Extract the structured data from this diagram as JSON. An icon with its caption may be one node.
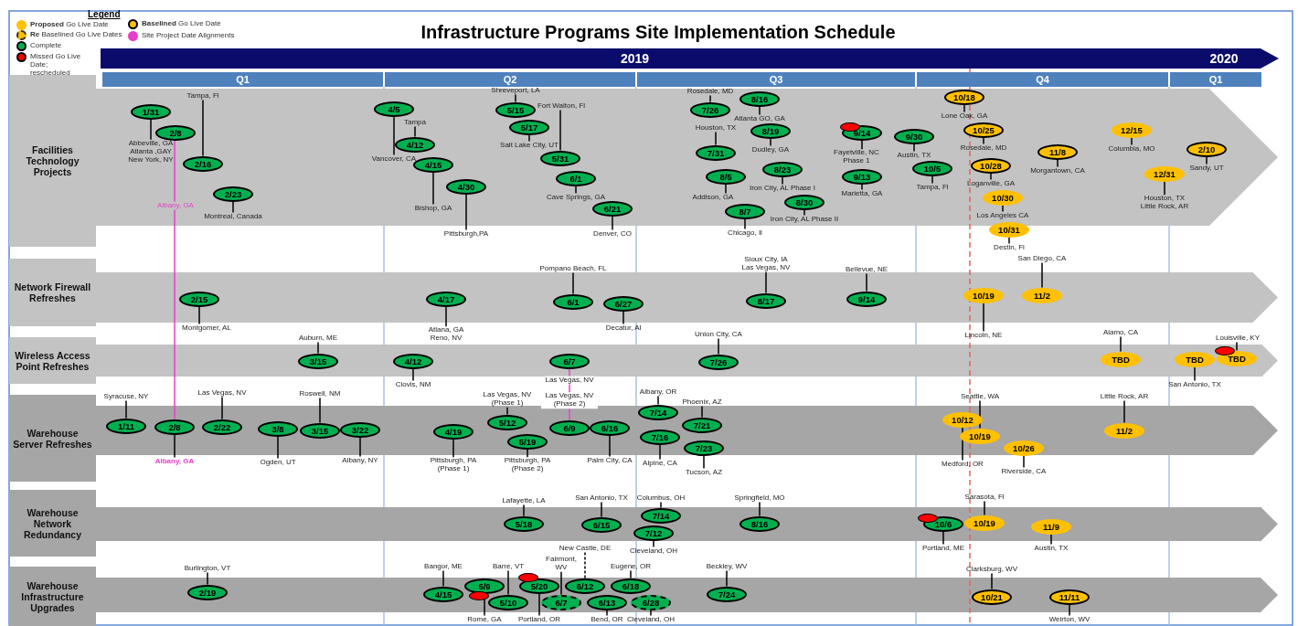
{
  "diagram": {
    "title": "Infrastructure Programs Site Implementation Schedule",
    "nodes": [
      {
        "text": [
          "2019"
        ]
      },
      {
        "text": [
          "2020"
        ]
      },
      {
        "text": [
          "Q1"
        ]
      },
      {
        "text": [
          "Q2"
        ]
      },
      {
        "text": [
          "Q3"
        ]
      },
      {
        "text": [
          "Q4"
        ]
      },
      {
        "text": [
          "Q1"
        ]
      },
      {
        "text": [
          "Facilities Technology Projects"
        ]
      },
      {
        "text": [
          "Network Firewall Refreshes"
        ]
      },
      {
        "text": [
          "Wireless Access Point Refreshes"
        ]
      },
      {
        "text": [
          "Warehouse Server Refreshes"
        ]
      },
      {
        "text": [
          "Warehouse Network Redundancy"
        ]
      },
      {
        "text": [
          "Warehouse Infrastructure Upgrades"
        ]
      },
      {
        "text": [
          "1/31"
        ]
      },
      {
        "text": [
          "Abbeville, GA Atlanta ,GAY New York, NY"
        ]
      },
      {
        "text": [
          "2/8"
        ]
      },
      {
        "text": [
          "2/16"
        ]
      },
      {
        "text": [
          "Tampa, Fl"
        ]
      },
      {
        "text": [
          "2/23"
        ]
      },
      {
        "text": [
          "Montreal, Canada"
        ]
      },
      {
        "text": [
          "4/5"
        ]
      },
      {
        "text": [
          "Vancover, CA"
        ]
      },
      {
        "text": [
          "4/12"
        ]
      },
      {
        "text": [
          "Tampa"
        ]
      },
      {
        "text": [
          "4/15"
        ]
      },
      {
        "text": [
          "Bishop, GA"
        ]
      },
      {
        "text": [
          "4/30"
        ]
      },
      {
        "text": [
          "Pittsburgh,PA"
        ]
      },
      {
        "text": [
          "5/15"
        ]
      },
      {
        "text": [
          "Shreveport, LA"
        ]
      },
      {
        "text": [
          "5/17"
        ]
      },
      {
        "text": [
          "Salt Lake City, UT"
        ]
      },
      {
        "text": [
          "5/31"
        ]
      },
      {
        "text": [
          "Fort Walton, Fl"
        ]
      },
      {
        "text": [
          "6/1"
        ]
      },
      {
        "text": [
          "Cave Springs, GA"
        ]
      },
      {
        "text": [
          "6/21"
        ]
      },
      {
        "text": [
          "Denver, CO"
        ]
      },
      {
        "text": [
          "7/26"
        ]
      },
      {
        "text": [
          "Rosedale, MD"
        ]
      },
      {
        "text": [
          "8/16"
        ]
      },
      {
        "text": [
          "Atlanta GO, GA"
        ]
      },
      {
        "text": [
          "7/31"
        ]
      },
      {
        "text": [
          "Houston, TX"
        ]
      },
      {
        "text": [
          "8/19"
        ]
      },
      {
        "text": [
          "Dudley, GA"
        ]
      },
      {
        "text": [
          "8/5"
        ]
      },
      {
        "text": [
          "Addison, GA"
        ]
      },
      {
        "text": [
          "8/23"
        ]
      },
      {
        "text": [
          "Iron City, AL Phase I"
        ]
      },
      {
        "text": [
          "8/30"
        ]
      },
      {
        "text": [
          "Iron City, AL Phase II"
        ]
      },
      {
        "text": [
          "8/7"
        ]
      },
      {
        "text": [
          "Chicago, Il"
        ]
      },
      {
        "text": [],
        "shape": "ellipse"
      },
      {
        "text": [
          "9/14"
        ]
      },
      {
        "text": [
          "Fayetville, NC Phase 1"
        ]
      },
      {
        "text": [
          "9/13"
        ]
      },
      {
        "text": [
          "Marietta, GA"
        ]
      },
      {
        "text": [
          "9/30"
        ]
      },
      {
        "text": [
          "Austin, TX"
        ]
      },
      {
        "text": [
          "10/5"
        ]
      },
      {
        "text": [
          "Tampa, Fl"
        ]
      },
      {
        "text": [
          "10/18"
        ]
      },
      {
        "text": [
          "Lone Oak, GA"
        ]
      },
      {
        "text": [
          "10/25"
        ]
      },
      {
        "text": [
          "Rosedale, MD"
        ]
      },
      {
        "text": [
          "10/28"
        ]
      },
      {
        "text": [
          "Loganville, GA"
        ]
      },
      {
        "text": [
          "10/30"
        ]
      },
      {
        "text": [
          "Los Angeles CA"
        ]
      },
      {
        "text": [
          "10/31"
        ]
      },
      {
        "text": [
          "Destin, Fl"
        ]
      },
      {
        "text": [
          "11/8"
        ]
      },
      {
        "text": [
          "Morgantown, CA"
        ]
      },
      {
        "text": [
          "12/15"
        ]
      },
      {
        "text": [
          "Columbia, MO"
        ]
      },
      {
        "text": [
          "12/31"
        ]
      },
      {
        "text": [
          "Houston, TX Little Rock, AR"
        ]
      },
      {
        "text": [
          "2/10"
        ]
      },
      {
        "text": [
          "Sandy, UT"
        ]
      },
      {
        "text": [
          "2/15"
        ]
      },
      {
        "text": [
          "Montgomer, AL"
        ]
      },
      {
        "text": [
          "4/17"
        ]
      },
      {
        "text": [
          "Atlana, GA Reno, NV"
        ]
      },
      {
        "text": [
          "6/1"
        ]
      },
      {
        "text": [
          "Pompano Beach, FL"
        ]
      },
      {
        "text": [
          "6/27"
        ]
      },
      {
        "text": [
          "Decatur, Al"
        ]
      },
      {
        "text": [
          "8/17"
        ]
      },
      {
        "text": [
          "Sioux City, IA Las Vegas, NV"
        ]
      },
      {
        "text": [
          "9/14"
        ]
      },
      {
        "text": [
          "Bellevue, NE"
        ]
      },
      {
        "text": [
          "10/19"
        ]
      },
      {
        "text": [
          "Lincoln, NE"
        ]
      },
      {
        "text": [
          "11/2"
        ]
      },
      {
        "text": [
          "San Diego, CA"
        ]
      },
      {
        "text": [
          "3/15"
        ]
      },
      {
        "text": [
          "Auburn, ME"
        ]
      },
      {
        "text": [
          "4/12"
        ]
      },
      {
        "text": [
          "Clovis, NM"
        ]
      },
      {
        "text": [
          "6/7"
        ],
        "beside": [
          "Las Vegas, NV"
        ]
      },
      {
        "text": [
          "7/26"
        ]
      },
      {
        "text": [
          "Union City, CA"
        ]
      },
      {
        "text": [
          "TBD"
        ]
      },
      {
        "text": [
          "Alamo, CA"
        ]
      },
      {
        "text": [
          "TBD"
        ]
      },
      {
        "text": [
          "San Antonio, TX"
        ]
      },
      {
        "text": [],
        "shape": "ellipse"
      },
      {
        "text": [
          "TBD"
        ]
      },
      {
        "text": [
          "Louisville, KY"
        ]
      },
      {
        "text": [
          "1/11"
        ]
      },
      {
        "text": [
          "Syracuse, NY"
        ]
      },
      {
        "text": [
          "2/8"
        ]
      },
      {
        "text": [
          "Albany, GA"
        ]
      },
      {
        "text": [
          "2/22"
        ]
      },
      {
        "text": [
          "Las Vegas, NV"
        ]
      },
      {
        "text": [
          "3/8"
        ]
      },
      {
        "text": [
          "Ogden, UT"
        ]
      },
      {
        "text": [
          "3/15"
        ]
      },
      {
        "text": [
          "Roswell, NM"
        ]
      },
      {
        "text": [
          "3/22"
        ]
      },
      {
        "text": [
          "Albany, NY"
        ]
      },
      {
        "text": [
          "4/19"
        ]
      },
      {
        "text": [
          "Pittsburgh, PA (Phase 1)"
        ]
      },
      {
        "text": [
          "5/12"
        ]
      },
      {
        "text": [
          "Las Vegas, NV (Phase 1)"
        ]
      },
      {
        "text": [
          "5/19"
        ]
      },
      {
        "text": [
          "Pittsburgh, PA (Phase 2)"
        ]
      },
      {
        "text": [
          "6/9"
        ],
        "beside": [
          "Las Vegas, NV (Phase 2)"
        ]
      },
      {
        "text": [
          "6/16"
        ]
      },
      {
        "text": [
          "Palm City, CA"
        ]
      },
      {
        "text": [
          "7/14"
        ]
      },
      {
        "text": [
          "Albany, OR"
        ]
      },
      {
        "text": [
          "7/21"
        ]
      },
      {
        "text": [
          "Phoenix, AZ"
        ]
      },
      {
        "text": [
          "7/16"
        ]
      },
      {
        "text": [
          "Alpine, CA"
        ]
      },
      {
        "text": [
          "7/23"
        ]
      },
      {
        "text": [
          "Tucson, AZ"
        ]
      },
      {
        "text": [
          "10/12"
        ]
      },
      {
        "text": [
          "Medford, OR"
        ]
      },
      {
        "text": [
          "10/19"
        ]
      },
      {
        "text": [
          "Seattle, WA"
        ]
      },
      {
        "text": [
          "10/26"
        ]
      },
      {
        "text": [
          "Riverside, CA"
        ]
      },
      {
        "text": [
          "11/2"
        ]
      },
      {
        "text": [
          "Little Rock, AR"
        ]
      },
      {
        "text": [
          "5/18"
        ]
      },
      {
        "text": [
          "Lafayette, LA"
        ]
      },
      {
        "text": [
          "6/15"
        ]
      },
      {
        "text": [
          "San Antonio, TX"
        ]
      },
      {
        "text": [
          "7/14"
        ]
      },
      {
        "text": [
          "Columbus, OH"
        ]
      },
      {
        "text": [
          "7/12"
        ]
      },
      {
        "text": [
          "Cleveland, OH"
        ]
      },
      {
        "text": [
          "8/16"
        ]
      },
      {
        "text": [
          "Springfield, MO"
        ]
      },
      {
        "text": [],
        "shape": "ellipse"
      },
      {
        "text": [
          "10/6"
        ]
      },
      {
        "text": [
          "Portland, ME"
        ]
      },
      {
        "text": [
          "10/19"
        ]
      },
      {
        "text": [
          "Sarasota, Fl"
        ]
      },
      {
        "text": [
          "11/9"
        ]
      },
      {
        "text": [
          "Austin, TX"
        ]
      },
      {
        "text": [
          "2/19"
        ]
      },
      {
        "text": [
          "Burlington, VT"
        ]
      },
      {
        "text": [
          "4/15"
        ]
      },
      {
        "text": [
          "Bangor, ME"
        ]
      },
      {
        "text": [
          "5/9"
        ]
      },
      {
        "text": [
          "Rome, GA"
        ]
      },
      {
        "text": [],
        "shape": "ellipse"
      },
      {
        "text": [
          "5/10"
        ]
      },
      {
        "text": [
          "Barre, VT"
        ]
      },
      {
        "text": [],
        "shape": "ellipse"
      },
      {
        "text": [
          "5/20"
        ]
      },
      {
        "text": [
          "Portland, OR"
        ]
      },
      {
        "text": [
          "6/7"
        ]
      },
      {
        "text": [
          "Fairmont, WV"
        ]
      },
      {
        "text": [
          "6/12"
        ]
      },
      {
        "text": [
          "New Castle, DE"
        ]
      },
      {
        "text": [
          "6/18"
        ]
      },
      {
        "text": [
          "Eugene, OR"
        ]
      },
      {
        "text": [
          "6/13"
        ]
      },
      {
        "text": [
          "Bend, OR"
        ]
      },
      {
        "text": [
          "6/28"
        ]
      },
      {
        "text": [
          "Cleveland, OH"
        ]
      },
      {
        "text": [
          "7/24"
        ]
      },
      {
        "text": [
          "Beckley, WV"
        ]
      },
      {
        "text": [
          "10/21"
        ]
      },
      {
        "text": [
          "Clarksburg, WV"
        ]
      },
      {
        "text": [
          "11/11"
        ]
      },
      {
        "text": [
          "Weirton, WV"
        ]
      }
    ],
    "edges": [
      {
        "from": 14,
        "to": 13,
        "arrow": "none"
      },
      {
        "from": 15,
        "to": 113,
        "arrow": "none",
        "label": "Albany, GA",
        "color": "#e83ec8"
      },
      {
        "from": 17,
        "to": 16,
        "arrow": "none"
      },
      {
        "from": 19,
        "to": 18,
        "arrow": "none"
      },
      {
        "from": 21,
        "to": 20,
        "arrow": "none"
      },
      {
        "from": 23,
        "to": 22,
        "arrow": "none"
      },
      {
        "from": 25,
        "to": 24,
        "arrow": "none"
      },
      {
        "from": 27,
        "to": 26,
        "arrow": "none"
      },
      {
        "from": 29,
        "to": 28,
        "arrow": "none"
      },
      {
        "from": 31,
        "to": 30,
        "arrow": "none"
      },
      {
        "from": 33,
        "to": 32,
        "arrow": "none"
      },
      {
        "from": 35,
        "to": 34,
        "arrow": "none"
      },
      {
        "from": 37,
        "to": 36,
        "arrow": "none"
      },
      {
        "from": 39,
        "to": 38,
        "arrow": "none"
      },
      {
        "from": 41,
        "to": 40,
        "arrow": "none"
      },
      {
        "from": 43,
        "to": 42,
        "arrow": "none"
      },
      {
        "from": 45,
        "to": 44,
        "arrow": "none"
      },
      {
        "from": 47,
        "to": 46,
        "arrow": "none"
      },
      {
        "from": 49,
        "to": 48,
        "arrow": "none"
      },
      {
        "from": 51,
        "to": 50,
        "arrow": "none"
      },
      {
        "from": 53,
        "to": 52,
        "arrow": "none"
      },
      {
        "from": 56,
        "to": 55,
        "arrow": "none"
      },
      {
        "from": 58,
        "to": 57,
        "arrow": "none"
      },
      {
        "from": 60,
        "to": 59,
        "arrow": "none"
      },
      {
        "from": 62,
        "to": 61,
        "arrow": "none"
      },
      {
        "from": 64,
        "to": 63,
        "arrow": "none"
      },
      {
        "from": 66,
        "to": 65,
        "arrow": "none"
      },
      {
        "from": 68,
        "to": 67,
        "arrow": "none"
      },
      {
        "from": 70,
        "to": 69,
        "arrow": "none"
      },
      {
        "from": 72,
        "to": 71,
        "arrow": "none"
      },
      {
        "from": 74,
        "to": 73,
        "arrow": "none"
      },
      {
        "from": 76,
        "to": 75,
        "arrow": "none"
      },
      {
        "from": 78,
        "to": 77,
        "arrow": "none"
      },
      {
        "from": 80,
        "to": 79,
        "arrow": "none"
      },
      {
        "from": 82,
        "to": 81,
        "arrow": "none"
      },
      {
        "from": 84,
        "to": 83,
        "arrow": "none"
      },
      {
        "from": 86,
        "to": 85,
        "arrow": "none"
      },
      {
        "from": 88,
        "to": 87,
        "arrow": "none"
      },
      {
        "from": 90,
        "to": 89,
        "arrow": "none"
      },
      {
        "from": 92,
        "to": 91,
        "arrow": "none"
      },
      {
        "from": 94,
        "to": 93,
        "arrow": "none"
      },
      {
        "from": 96,
        "to": 95,
        "arrow": "none"
      },
      {
        "from": 98,
        "to": 97,
        "arrow": "none"
      },
      {
        "from": 100,
        "to": 99,
        "arrow": "none"
      },
      {
        "from": 101,
        "to": 129,
        "arrow": "none",
        "color": "#e83ec8"
      },
      {
        "from": 103,
        "to": 102,
        "arrow": "none"
      },
      {
        "from": 105,
        "to": 104,
        "arrow": "none"
      },
      {
        "from": 107,
        "to": 106,
        "arrow": "none"
      },
      {
        "from": 110,
        "to": 109,
        "arrow": "none"
      },
      {
        "from": 112,
        "to": 111,
        "arrow": "none"
      },
      {
        "from": 114,
        "to": 113,
        "arrow": "none"
      },
      {
        "from": 116,
        "to": 115,
        "arrow": "none"
      },
      {
        "from": 118,
        "to": 117,
        "arrow": "none"
      },
      {
        "from": 120,
        "to": 119,
        "arrow": "none"
      },
      {
        "from": 122,
        "to": 121,
        "arrow": "none"
      },
      {
        "from": 124,
        "to": 123,
        "arrow": "none"
      },
      {
        "from": 126,
        "to": 125,
        "arrow": "none"
      },
      {
        "from": 128,
        "to": 127,
        "arrow": "none"
      },
      {
        "from": 131,
        "to": 130,
        "arrow": "none"
      },
      {
        "from": 133,
        "to": 132,
        "arrow": "none"
      },
      {
        "from": 135,
        "to": 134,
        "arrow": "none"
      },
      {
        "from": 137,
        "to": 136,
        "arrow": "none"
      },
      {
        "from": 139,
        "to": 138,
        "arrow": "none"
      },
      {
        "from": 141,
        "to": 140,
        "arrow": "none"
      },
      {
        "from": 143,
        "to": 142,
        "arrow": "none"
      },
      {
        "from": 145,
        "to": 144,
        "arrow": "none"
      },
      {
        "from": 147,
        "to": 146,
        "arrow": "none"
      },
      {
        "from": 149,
        "to": 148,
        "arrow": "none"
      },
      {
        "from": 151,
        "to": 150,
        "arrow": "none"
      },
      {
        "from": 153,
        "to": 152,
        "arrow": "none"
      },
      {
        "from": 155,
        "to": 154,
        "arrow": "none"
      },
      {
        "from": 157,
        "to": 156,
        "arrow": "none"
      },
      {
        "from": 160,
        "to": 159,
        "arrow": "none"
      },
      {
        "from": 162,
        "to": 161,
        "arrow": "none"
      },
      {
        "from": 164,
        "to": 163,
        "arrow": "none"
      },
      {
        "from": 166,
        "to": 165,
        "arrow": "none"
      },
      {
        "from": 168,
        "to": 167,
        "arrow": "none"
      },
      {
        "from": 170,
        "to": 169,
        "arrow": "none"
      },
      {
        "from": 173,
        "to": 172,
        "arrow": "none"
      },
      {
        "from": 176,
        "to": 175,
        "arrow": "none"
      },
      {
        "from": 178,
        "to": 177,
        "arrow": "none"
      },
      {
        "from": 180,
        "to": 179,
        "arrow": "none",
        "style": "dashed"
      },
      {
        "from": 182,
        "to": 181,
        "arrow": "none"
      },
      {
        "from": 184,
        "to": 183,
        "arrow": "none"
      },
      {
        "from": 186,
        "to": 185,
        "arrow": "none"
      },
      {
        "from": 188,
        "to": 187,
        "arrow": "none"
      },
      {
        "from": 190,
        "to": 189,
        "arrow": "none"
      },
      {
        "from": 192,
        "to": 191,
        "arrow": "none"
      }
    ],
    "labels": [
      "Legend"
    ],
    "legend": [
      {
        "text": "**Proposed** Go Live Date",
        "color": "#ffc000"
      },
      {
        "text": "**Baselined** Go Live Date",
        "color": "#ffc000"
      },
      {
        "text": "**Re** Baselined Go Live Dates",
        "color": "#ffc000"
      },
      {
        "text": "Site Project Date Alignments",
        "color": "#e83ec8"
      },
      {
        "text": "Complete",
        "color": "#00b050"
      },
      {
        "text": "Missed Go Live Date; rescheduled",
        "color": "#ff0000"
      }
    ]
  }
}
